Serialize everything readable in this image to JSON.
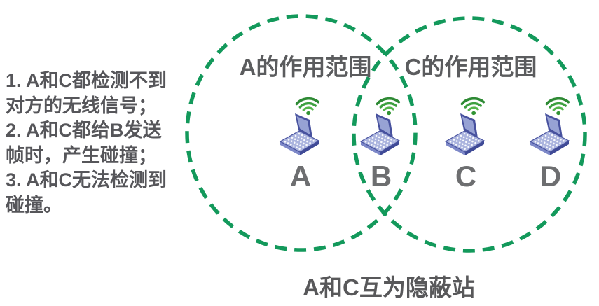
{
  "notes": {
    "lines": [
      "1. A和C都检测不到",
      "对方的无线信号；",
      "2. A和C都给B发送",
      "帧时，产生碰撞；",
      "3. A和C无法检测到",
      "碰撞。"
    ]
  },
  "ranges": [
    {
      "label": "A的作用范围"
    },
    {
      "label": "C的作用范围"
    }
  ],
  "stations": [
    {
      "label": "A"
    },
    {
      "label": "B"
    },
    {
      "label": "C"
    },
    {
      "label": "D"
    }
  ],
  "caption": "A和C互为隐蔽站",
  "icons": {
    "station": "laptop-wifi-icon"
  },
  "colors": {
    "circle_green": "#13995b",
    "note_text": "#56565a",
    "station_letter": "#6d6e70",
    "laptop_screen_blue": "#97a2d4",
    "laptop_border_blue": "#47519e",
    "wifi_green": "#3da03f"
  }
}
